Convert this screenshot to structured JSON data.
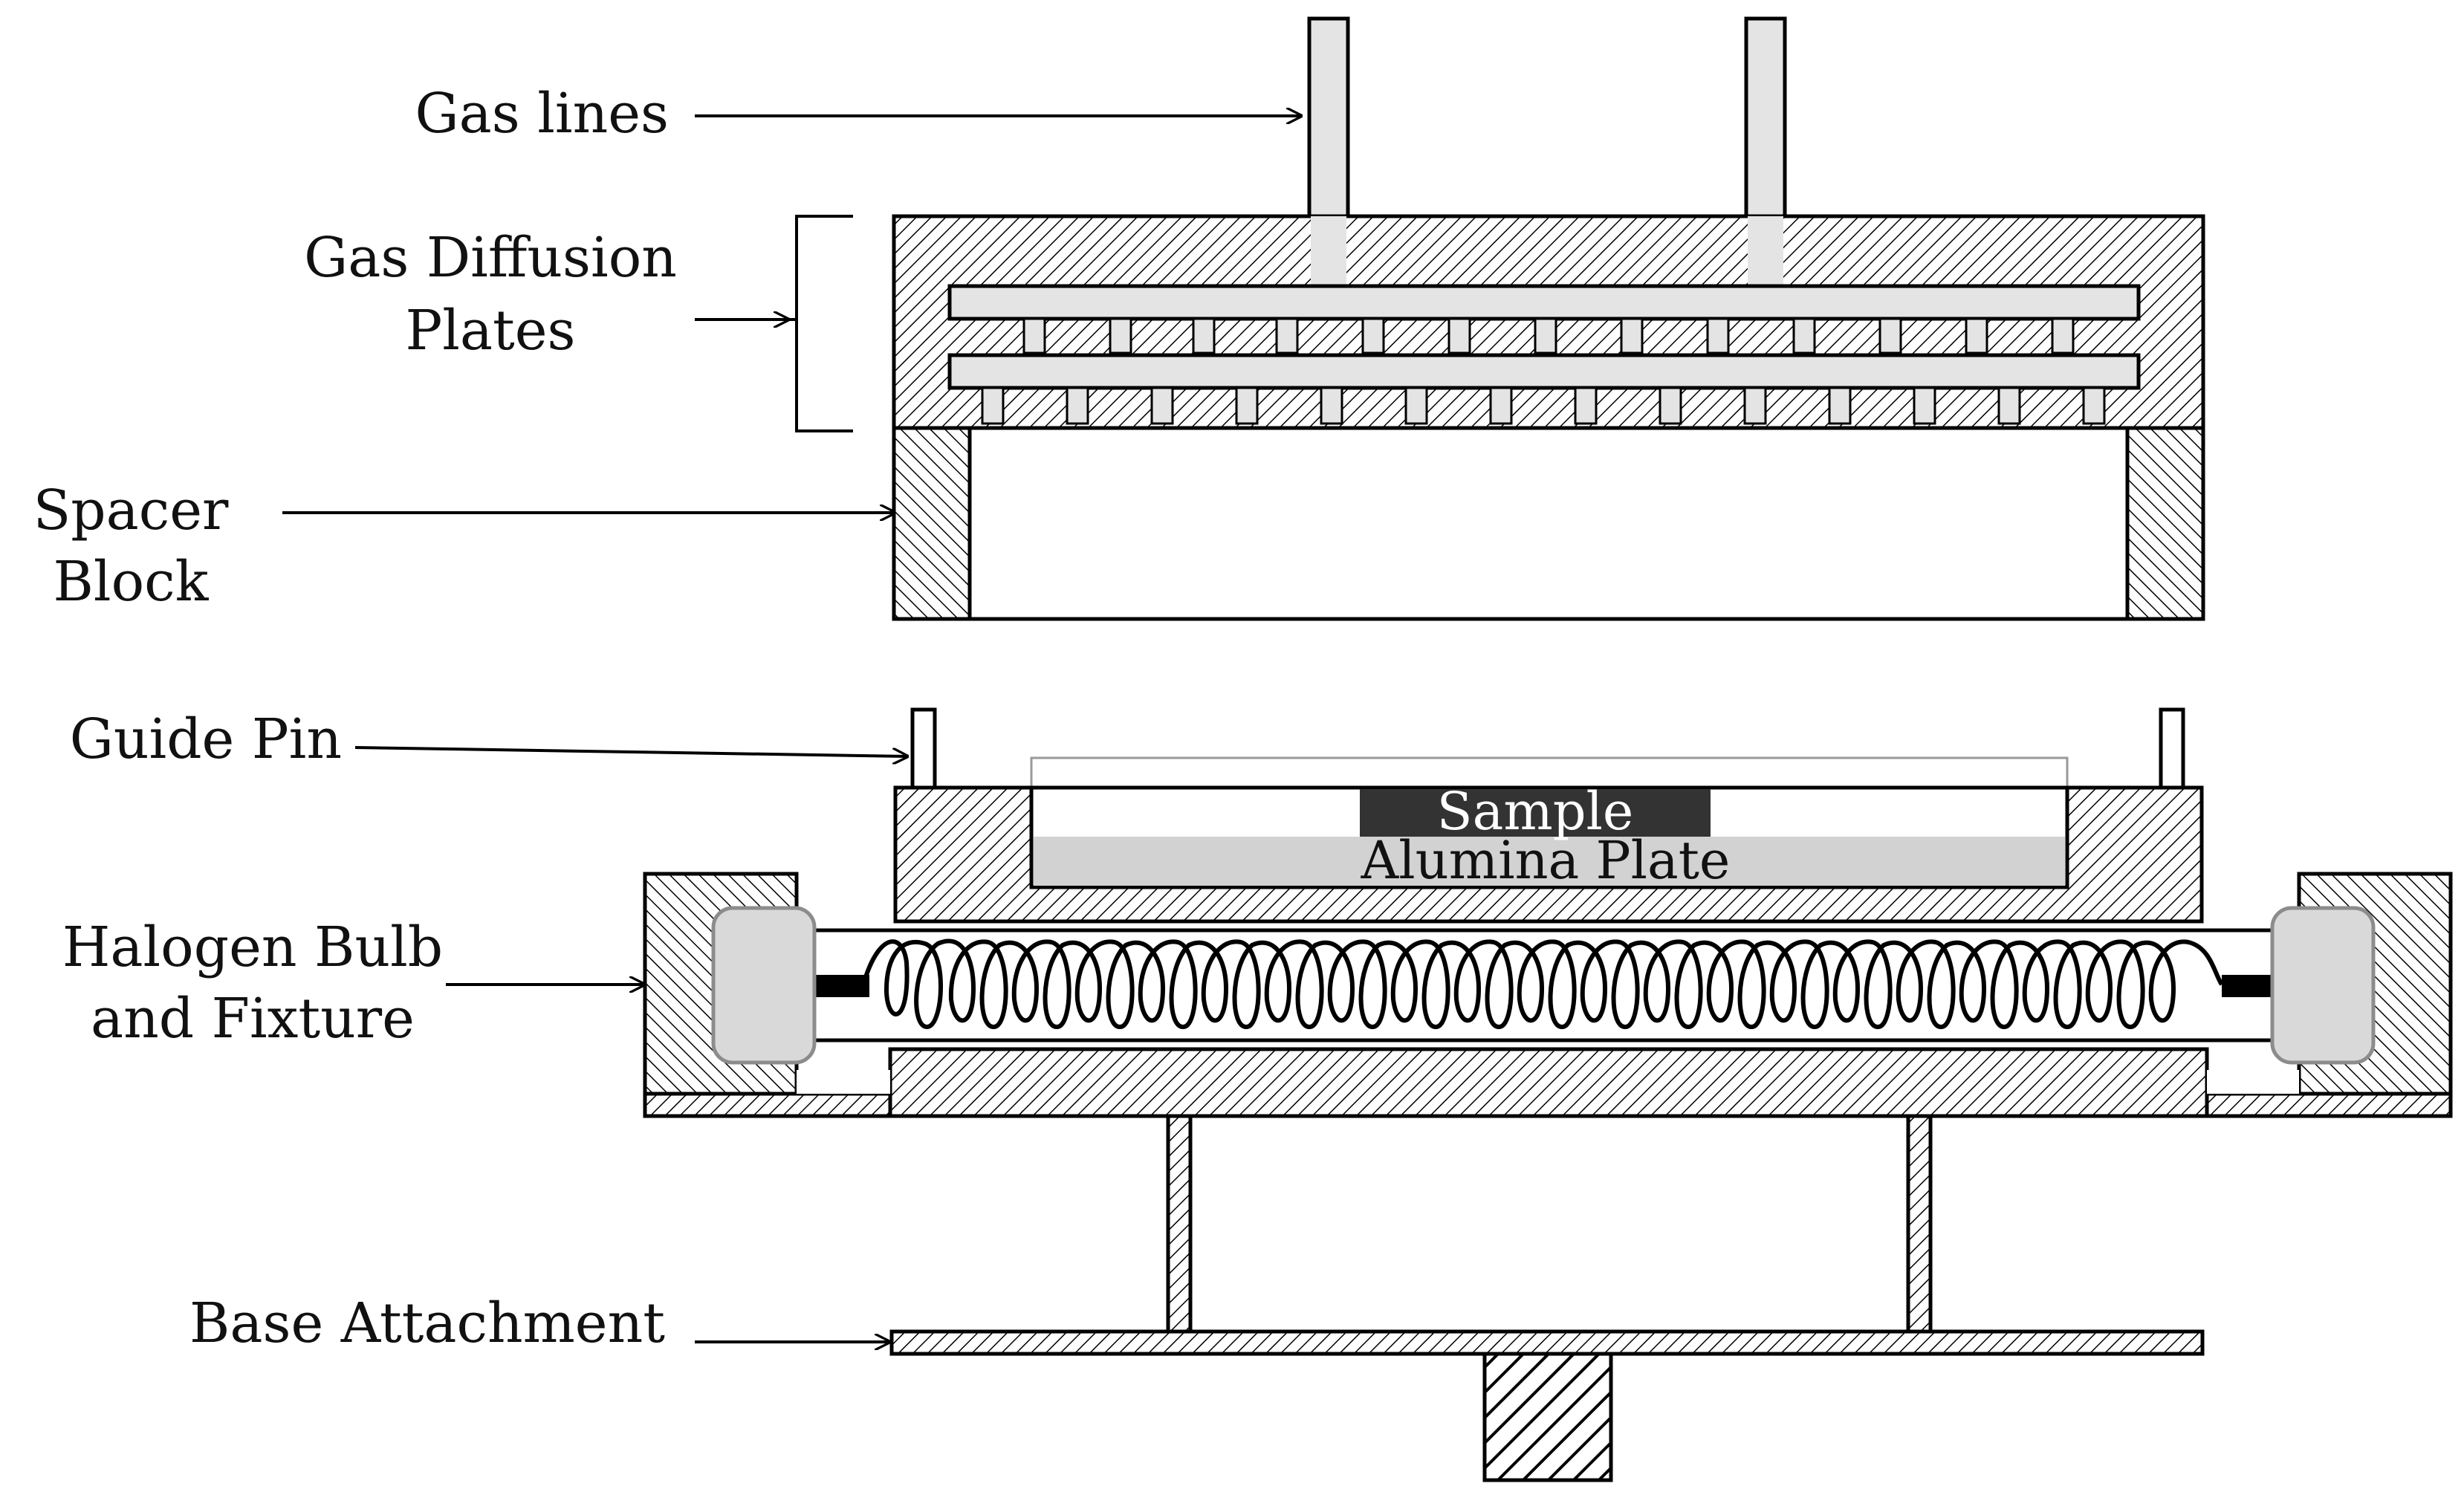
{
  "labels": {
    "gas_lines": "Gas lines",
    "gas_diffusion_line1": "Gas Diffusion",
    "gas_diffusion_line2": "Plates",
    "spacer_line1": "Spacer",
    "spacer_line2": "Block",
    "guide_pin": "Guide Pin",
    "halogen_line1": "Halogen Bulb",
    "halogen_line2": "and Fixture",
    "base_attachment": "Base Attachment",
    "sample": "Sample",
    "alumina_plate": "Alumina Plate"
  },
  "colors": {
    "outline": "#000000",
    "hatch_fill": "#ffffff",
    "light_gray": "#e4e4e4",
    "sample_fill": "#333333",
    "alumina_fill": "#d2d2d2",
    "bulb_cap": "#d9d9d9",
    "bulb_cap_edge": "#8c8c8c"
  },
  "icons": {
    "arrow": "arrowhead",
    "hatch": "diagonal-hatch-pattern",
    "coil": "filament-coil"
  }
}
